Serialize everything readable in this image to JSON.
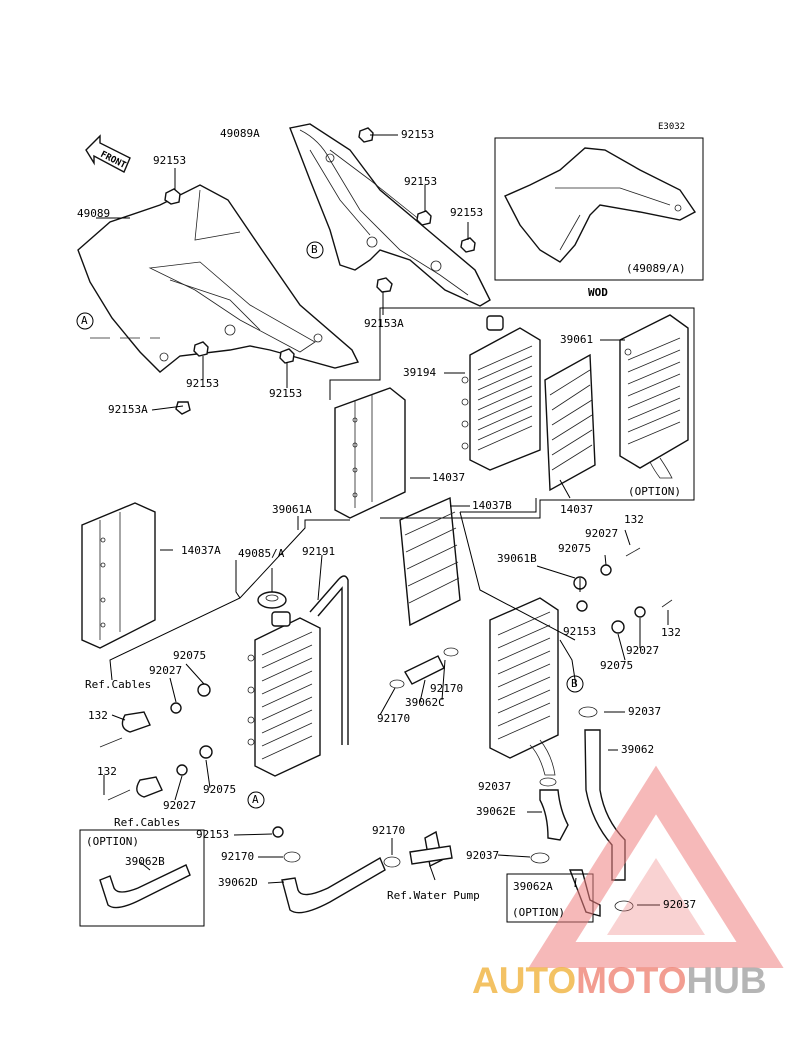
{
  "diagram_code": "E3032",
  "front_label": "FRONT",
  "watermark": {
    "part1": "AUTO",
    "part2": "MOTO",
    "part3": "HUB"
  },
  "labels": {
    "l49089A": "49089A",
    "l92153_a": "92153",
    "l92153_b": "92153",
    "l92153_c": "92153",
    "l92153_d": "92153",
    "l92153A_top": "92153A",
    "l49089": "49089",
    "lA_top": "A",
    "lB_top": "B",
    "l92153_e": "92153",
    "l92153_f": "92153",
    "l92153A_left": "92153A",
    "l49089_A": "(49089/A)",
    "lWOD": "WOD",
    "l39194": "39194",
    "l39061": "39061",
    "l14037": "14037",
    "l14037_b": "14037",
    "lOPTION_top": "(OPTION)",
    "l39061A": "39061A",
    "l14037B": "14037B",
    "l14037A": "14037A",
    "l49085A": "49085/A",
    "l92191": "92191",
    "l39061B": "39061B",
    "l92027_a": "92027",
    "l132_a": "132",
    "l92075_a": "92075",
    "l92153_g": "92153",
    "l132_b": "132",
    "l92027_b": "92027",
    "l92075_b": "92075",
    "l92075_c": "92075",
    "l92027_c": "92027",
    "lRefCables_a": "Ref.Cables",
    "l132_c": "132",
    "l92170_a": "92170",
    "l39062C": "39062C",
    "l92170_b": "92170",
    "lB_mid": "B",
    "l92037_a": "92037",
    "l39062": "39062",
    "l92037_b": "92037",
    "l39062E": "39062E",
    "l132_d": "132",
    "l92027_d": "92027",
    "l92075_d": "92075",
    "lA_mid": "A",
    "lRefCables_b": "Ref.Cables",
    "l92153_h": "92153",
    "l92170_c": "92170",
    "l92170_d": "92170",
    "l39062D": "39062D",
    "lRefWaterPump": "Ref.Water Pump",
    "lOPTION_left": "(OPTION)",
    "l39062B": "39062B",
    "l92037_c": "92037",
    "l39062A": "39062A",
    "lOPTION_right": "(OPTION)",
    "l92037_d": "92037"
  }
}
